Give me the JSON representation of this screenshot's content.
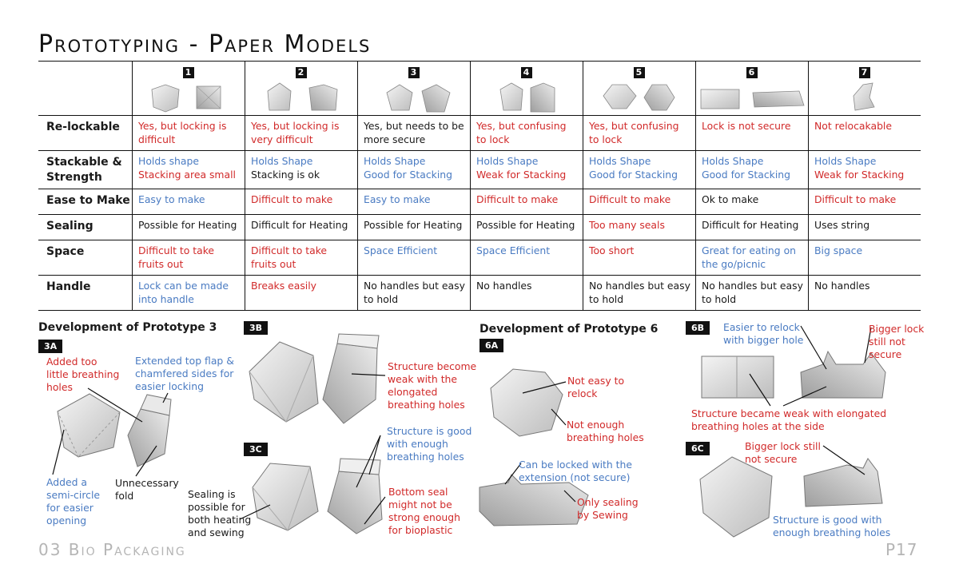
{
  "title": "Prototyping - Paper Models",
  "table": {
    "columns": [
      "1",
      "2",
      "3",
      "4",
      "5",
      "6",
      "7"
    ],
    "rows": [
      {
        "label": "Re-lockable",
        "cells": [
          {
            "lines": [
              {
                "text": "Yes, but locking is",
                "color": "red"
              },
              {
                "text": "difficult",
                "color": "red"
              }
            ]
          },
          {
            "lines": [
              {
                "text": "Yes, but locking is",
                "color": "red"
              },
              {
                "text": "very difficult",
                "color": "red"
              }
            ]
          },
          {
            "lines": [
              {
                "text": "Yes, but needs to be",
                "color": "blk"
              },
              {
                "text": "more secure",
                "color": "blk"
              }
            ]
          },
          {
            "lines": [
              {
                "text": "Yes, but confusing",
                "color": "red"
              },
              {
                "text": "to lock",
                "color": "red"
              }
            ]
          },
          {
            "lines": [
              {
                "text": "Yes, but confusing",
                "color": "red"
              },
              {
                "text": "to lock",
                "color": "red"
              }
            ]
          },
          {
            "lines": [
              {
                "text": "Lock is not secure",
                "color": "red"
              }
            ]
          },
          {
            "lines": [
              {
                "text": "Not relocakable",
                "color": "red"
              }
            ]
          }
        ]
      },
      {
        "label": "Stackable & Strength",
        "label_lines": [
          "Stackable &",
          "Strength"
        ],
        "cells": [
          {
            "lines": [
              {
                "text": "Holds shape",
                "color": "blue"
              },
              {
                "text": "Stacking area small",
                "color": "red"
              }
            ]
          },
          {
            "lines": [
              {
                "text": "Holds Shape",
                "color": "blue"
              },
              {
                "text": "Stacking is ok",
                "color": "blk"
              }
            ]
          },
          {
            "lines": [
              {
                "text": "Holds Shape",
                "color": "blue"
              },
              {
                "text": "Good for Stacking",
                "color": "blue"
              }
            ]
          },
          {
            "lines": [
              {
                "text": "Holds Shape",
                "color": "blue"
              },
              {
                "text": "Weak for Stacking",
                "color": "red"
              }
            ]
          },
          {
            "lines": [
              {
                "text": "Holds Shape",
                "color": "blue"
              },
              {
                "text": "Good for Stacking",
                "color": "blue"
              }
            ]
          },
          {
            "lines": [
              {
                "text": "Holds Shape",
                "color": "blue"
              },
              {
                "text": "Good for Stacking",
                "color": "blue"
              }
            ]
          },
          {
            "lines": [
              {
                "text": "Holds Shape",
                "color": "blue"
              },
              {
                "text": "Weak for Stacking",
                "color": "red"
              }
            ]
          }
        ]
      },
      {
        "label": "Ease to Make",
        "cells": [
          {
            "lines": [
              {
                "text": "Easy to make",
                "color": "blue"
              }
            ]
          },
          {
            "lines": [
              {
                "text": "Difficult to make",
                "color": "red"
              }
            ]
          },
          {
            "lines": [
              {
                "text": "Easy to make",
                "color": "blue"
              }
            ]
          },
          {
            "lines": [
              {
                "text": "Difficult to make",
                "color": "red"
              }
            ]
          },
          {
            "lines": [
              {
                "text": "Difficult to make",
                "color": "red"
              }
            ]
          },
          {
            "lines": [
              {
                "text": "Ok to make",
                "color": "blk"
              }
            ]
          },
          {
            "lines": [
              {
                "text": "Difficult to make",
                "color": "red"
              }
            ]
          }
        ]
      },
      {
        "label": "Sealing",
        "cells": [
          {
            "lines": [
              {
                "text": "Possible for Heating",
                "color": "blk"
              }
            ]
          },
          {
            "lines": [
              {
                "text": "Difficult for Heating",
                "color": "blk"
              }
            ]
          },
          {
            "lines": [
              {
                "text": "Possible for Heating",
                "color": "blk"
              }
            ]
          },
          {
            "lines": [
              {
                "text": "Possible for Heating",
                "color": "blk"
              }
            ]
          },
          {
            "lines": [
              {
                "text": "Too many seals",
                "color": "red"
              }
            ]
          },
          {
            "lines": [
              {
                "text": "Difficult for Heating",
                "color": "blk"
              }
            ]
          },
          {
            "lines": [
              {
                "text": "Uses string",
                "color": "blk"
              }
            ]
          }
        ]
      },
      {
        "label": "Space",
        "cells": [
          {
            "lines": [
              {
                "text": "Difficult to take",
                "color": "red"
              },
              {
                "text": "fruits out",
                "color": "red"
              }
            ]
          },
          {
            "lines": [
              {
                "text": "Difficult to take",
                "color": "red"
              },
              {
                "text": "fruits out",
                "color": "red"
              }
            ]
          },
          {
            "lines": [
              {
                "text": "Space Efficient",
                "color": "blue"
              }
            ]
          },
          {
            "lines": [
              {
                "text": "Space Efficient",
                "color": "blue"
              }
            ]
          },
          {
            "lines": [
              {
                "text": "Too short",
                "color": "red"
              }
            ]
          },
          {
            "lines": [
              {
                "text": "Great for eating on",
                "color": "blue"
              },
              {
                "text": "the go/picnic",
                "color": "blue"
              }
            ]
          },
          {
            "lines": [
              {
                "text": "Big space",
                "color": "blue"
              }
            ]
          }
        ]
      },
      {
        "label": "Handle",
        "cells": [
          {
            "lines": [
              {
                "text": "Lock can be made",
                "color": "blue"
              },
              {
                "text": "into handle",
                "color": "blue"
              }
            ]
          },
          {
            "lines": [
              {
                "text": "Breaks easily",
                "color": "red"
              }
            ]
          },
          {
            "lines": [
              {
                "text": "No handles but easy",
                "color": "blk"
              },
              {
                "text": "to hold",
                "color": "blk"
              }
            ]
          },
          {
            "lines": [
              {
                "text": "No handles",
                "color": "blk"
              }
            ]
          },
          {
            "lines": [
              {
                "text": "No handles but easy",
                "color": "blk"
              },
              {
                "text": "to hold",
                "color": "blk"
              }
            ]
          },
          {
            "lines": [
              {
                "text": "No handles but easy",
                "color": "blk"
              },
              {
                "text": "to hold",
                "color": "blk"
              }
            ]
          },
          {
            "lines": [
              {
                "text": "No handles",
                "color": "blk"
              }
            ]
          }
        ]
      }
    ]
  },
  "dev3": {
    "heading": "Development of Prototype 3",
    "tag_3a": "3A",
    "tag_3b": "3B",
    "tag_3c": "3C",
    "note_breathing": [
      "Added too",
      "little breathing",
      "holes"
    ],
    "note_flap": [
      "Extended top flap &",
      "chamfered sides for",
      "easier locking"
    ],
    "note_semicircle": [
      "Added a",
      "semi-circle",
      "for easier",
      "opening"
    ],
    "note_fold": [
      "Unnecessary",
      "fold"
    ],
    "note_sealing": [
      "Sealing is",
      "possible for",
      "both heating",
      "and sewing"
    ],
    "note_weak": [
      "Structure become",
      "weak with the",
      "elongated",
      "breathing holes"
    ],
    "note_good": [
      "Structure is good",
      "with enough",
      "breathing holes"
    ],
    "note_bottom": [
      "Bottom seal",
      "might not be",
      "strong enough",
      "for bioplastic"
    ]
  },
  "dev6": {
    "heading": "Development of Prototype 6",
    "tag_6a": "6A",
    "tag_6b": "6B",
    "tag_6c": "6C",
    "note_relock": [
      "Not easy to",
      "relock"
    ],
    "note_notenough": [
      "Not enough",
      "breathing holes"
    ],
    "note_extension": [
      "Can be locked with the",
      "extension (not secure)"
    ],
    "note_sewing": [
      "Only sealing",
      "by Sewing"
    ],
    "note_easier": [
      "Easier to relock",
      "with bigger hole"
    ],
    "note_biggerlock": [
      "Bigger lock",
      "still not",
      "secure"
    ],
    "note_weakside": [
      "Structure became weak with elongated",
      "breathing holes at the side"
    ],
    "note_biggerlock2": [
      "Bigger lock still",
      "not secure"
    ],
    "note_goodholes": [
      "Structure is good with",
      "enough breathing holes"
    ]
  },
  "footer": {
    "section": "03 Bio Packaging",
    "page": "P17"
  },
  "colors": {
    "red": "#d12a2a",
    "blue": "#4a7bc2",
    "black": "#1a1a1a",
    "footer_grey": "#b5b5b5"
  }
}
